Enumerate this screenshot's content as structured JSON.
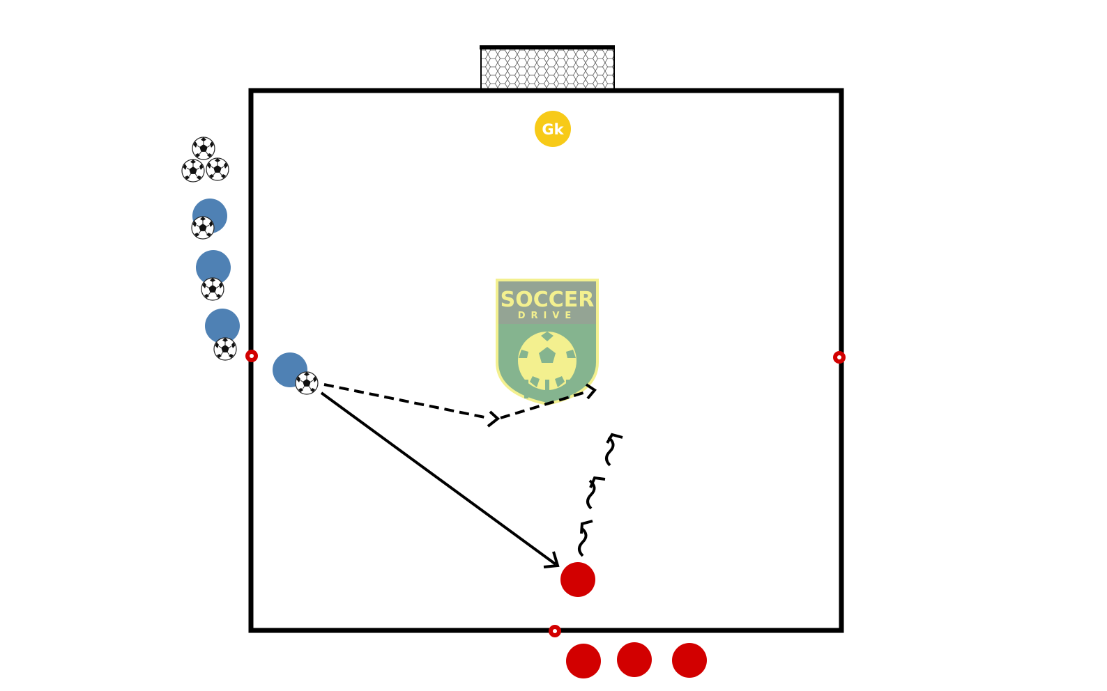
{
  "colors": {
    "field_line": "#000000",
    "attacker": "#4f81b4",
    "defender": "#d20000",
    "goalkeeper": "#f7ca18",
    "cone": "#d20000",
    "logo_top": "#8fa08f",
    "logo_bottom": "#7fb08a",
    "logo_border": "#f3f08a",
    "logo_text": "#f3f08a"
  },
  "goalkeeper": {
    "label": "Gk"
  },
  "logo": {
    "line1": "SOCCER",
    "line2": "DRIVE"
  },
  "icons": {
    "ball": "soccer-ball-icon",
    "cone": "cone-marker-icon",
    "goal": "goal-net-icon"
  }
}
